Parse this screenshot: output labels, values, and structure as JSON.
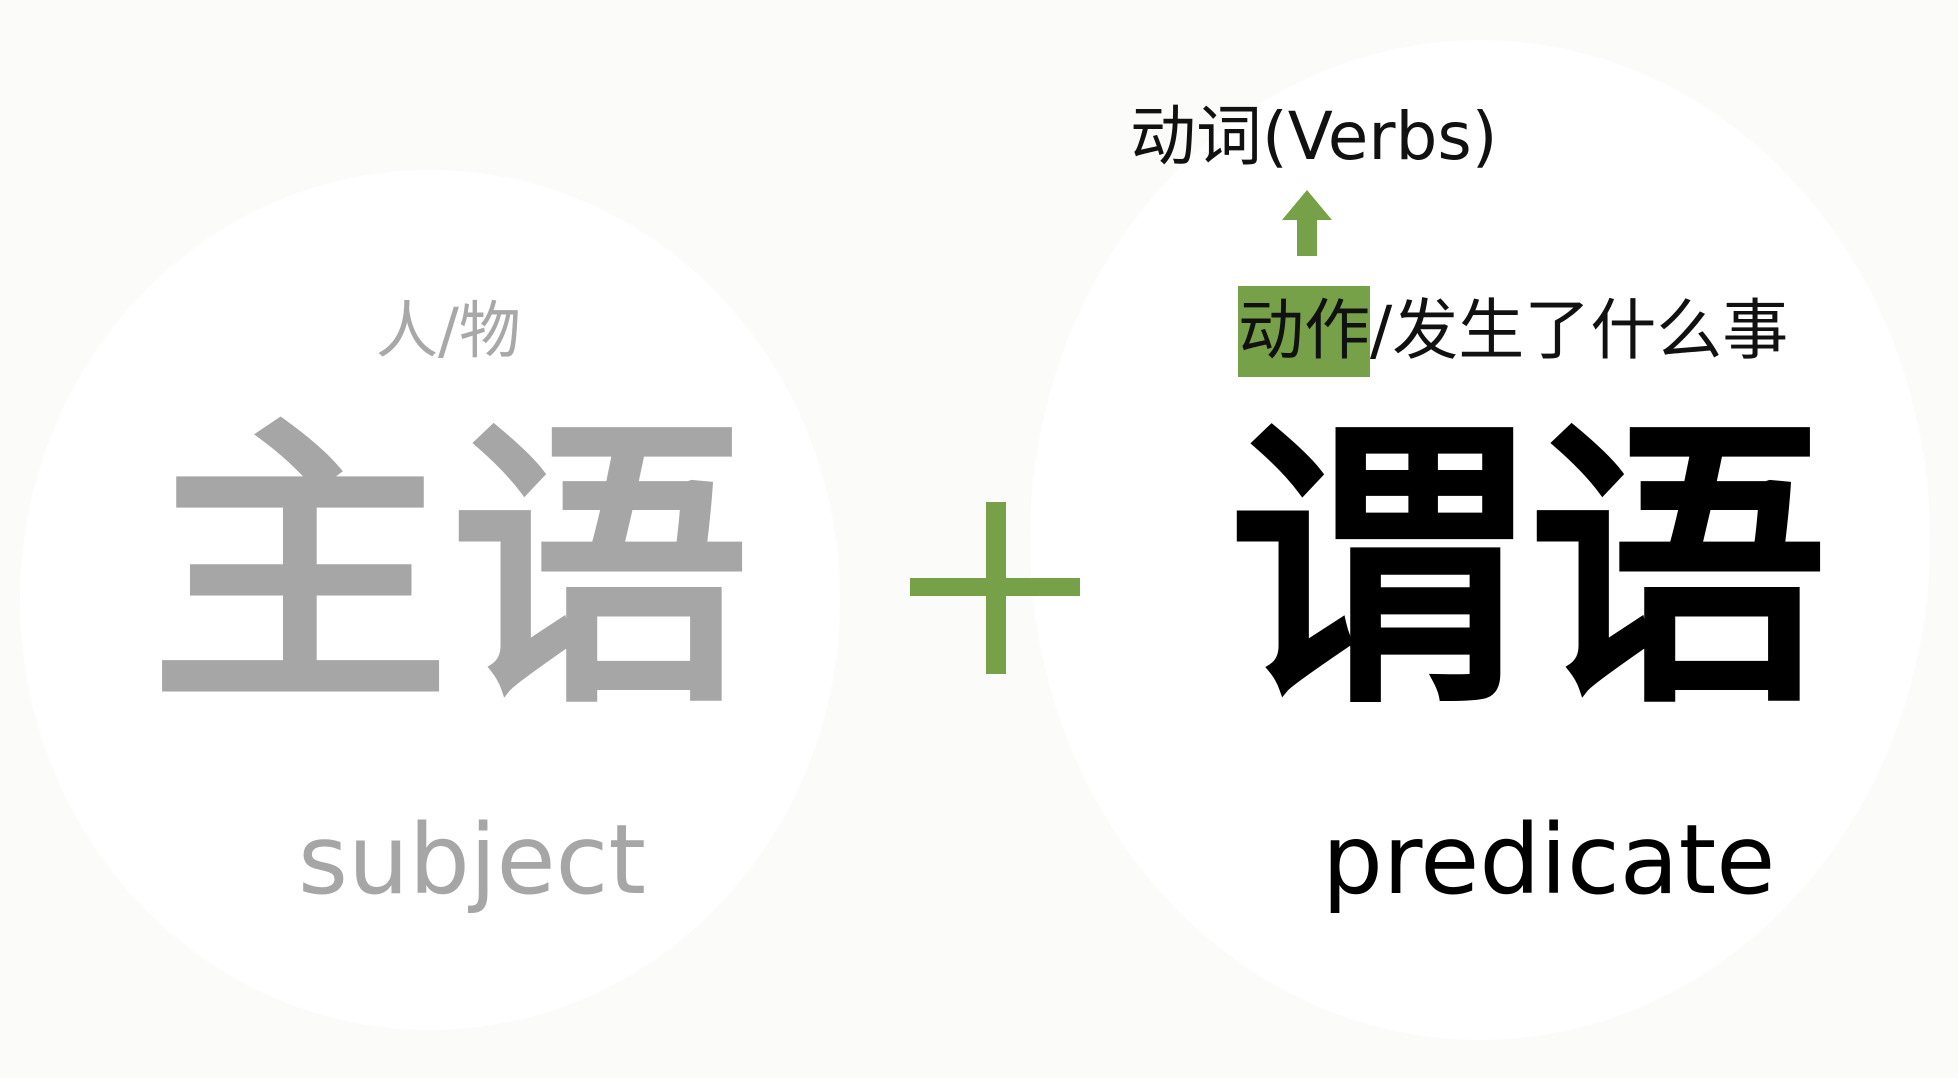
{
  "colors": {
    "accent": "#76a148",
    "subject_gray": "#a6a6a6",
    "predicate_black": "#000000",
    "background": "#fbfbf9"
  },
  "subject": {
    "hint": "人/物",
    "chinese": "主语",
    "english": "subject"
  },
  "operator": {
    "icon": "plus-icon"
  },
  "predicate": {
    "verbs_label": "动词(Verbs)",
    "arrow_icon": "up-arrow-icon",
    "hint_highlight": "动作",
    "hint_rest": "/发生了什么事",
    "chinese": "谓语",
    "english": "predicate"
  }
}
